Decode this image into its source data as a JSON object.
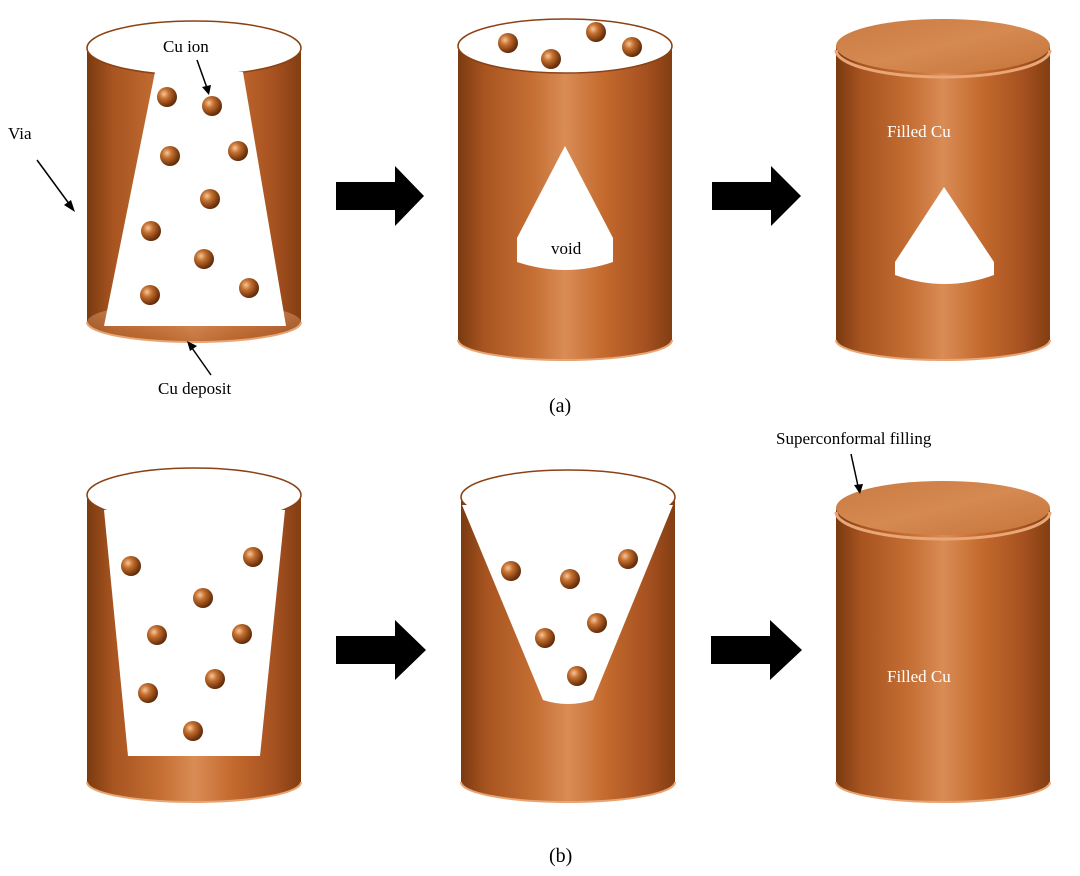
{
  "labels": {
    "via": "Via",
    "cu_ion": "Cu ion",
    "cu_deposit": "Cu deposit",
    "void": "void",
    "filled_cu_a": "Filled Cu",
    "superconformal": "Superconformal filling",
    "filled_cu_b": "Filled Cu",
    "panel_a": "(a)",
    "panel_b": "(b)"
  },
  "colors": {
    "copper_dark": "#8a4214",
    "copper_mid": "#b8652b",
    "copper_light": "#d88d52",
    "arrow": "#000000",
    "background": "#ffffff"
  },
  "icons": {
    "process_arrow": "right-arrow-icon",
    "ion": "copper-sphere-icon"
  }
}
